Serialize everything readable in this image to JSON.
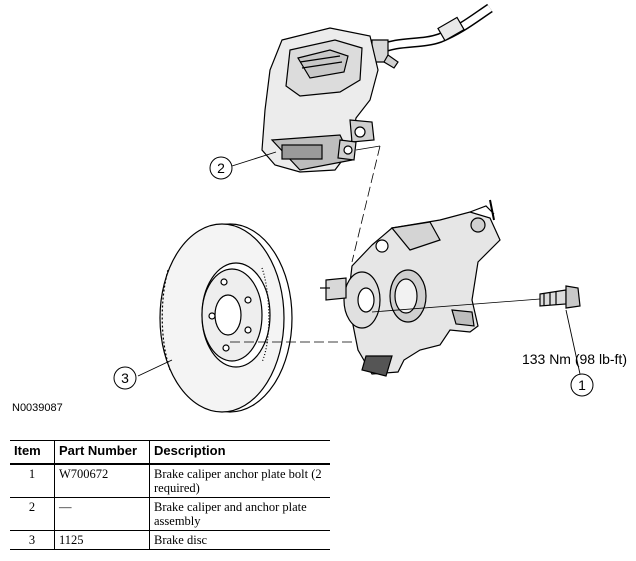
{
  "illustration": {
    "callouts": [
      {
        "number": "1"
      },
      {
        "number": "2"
      },
      {
        "number": "3"
      }
    ],
    "torque_spec": "133 Nm (98 lb-ft)",
    "figure_id": "N0039087"
  },
  "table": {
    "headers": [
      "Item",
      "Part Number",
      "Description"
    ],
    "rows": [
      {
        "item": "1",
        "part_number": "W700672",
        "description": "Brake caliper anchor plate bolt (2 required)"
      },
      {
        "item": "2",
        "part_number": "—",
        "description": "Brake caliper and anchor plate assembly"
      },
      {
        "item": "3",
        "part_number": "1125",
        "description": "Brake disc"
      }
    ]
  }
}
